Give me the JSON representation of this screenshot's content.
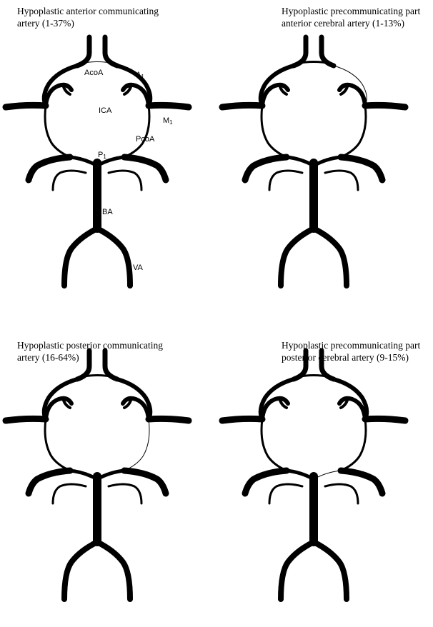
{
  "panels": [
    {
      "title_line1": "Hypoplastic anterior communicating",
      "title_line2": "artery (1-37%)",
      "hypoplastic": "acoa",
      "labels": {
        "acoa": "AcoA",
        "a1": "A",
        "a1_sub": "1",
        "ica": "ICA",
        "m1": "M",
        "m1_sub": "1",
        "pcoa": "PcoA",
        "p1": "P",
        "p1_sub": "1",
        "ba": "BA",
        "va": "VA"
      }
    },
    {
      "title_line1": "Hypoplastic precommunicating part",
      "title_line2": "anterior cerebral artery (1-13%)",
      "hypoplastic": "a1_right"
    },
    {
      "title_line1": "Hypoplastic posterior communicating",
      "title_line2": "artery (16-64%)",
      "hypoplastic": "pcoa_right"
    },
    {
      "title_line1": "Hypoplastic precommunicating part",
      "title_line2": "posterior cerebral artery (9-15%)",
      "hypoplastic": "p1_right"
    }
  ],
  "colors": {
    "vessel": "#000000",
    "background": "#ffffff"
  }
}
